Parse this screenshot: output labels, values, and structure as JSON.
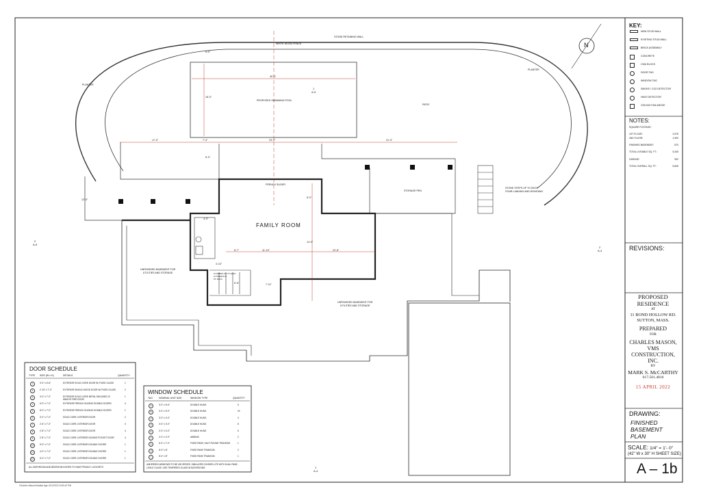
{
  "key": {
    "title": "KEY:",
    "items": [
      {
        "label": "NEW STUD WALL"
      },
      {
        "label": "EXISTING STUD WALL"
      },
      {
        "label": "BRICK ASSEMBLY"
      },
      {
        "label": "CONCRETE"
      },
      {
        "label": "CMU BLOCK"
      },
      {
        "label": "DOOR TAG"
      },
      {
        "label": "WINDOW TAG"
      },
      {
        "label": "SMOKE / CO2 DETECTOR"
      },
      {
        "label": "HEAT DETECTOR"
      },
      {
        "label": "CEILING FAN ABOVE"
      }
    ]
  },
  "notes": {
    "title": "NOTES:",
    "rows": [
      {
        "label": "SQUARE FOOTAGE:",
        "value": ""
      },
      {
        "label": "1ST FLOOR:",
        "value": "2,575"
      },
      {
        "label": "2ND FLOOR:",
        "value": "1,900"
      },
      {
        "label": "FINISHED BASEMENT:",
        "value": "870"
      },
      {
        "label": "TOTAL LIVEABLE SQ. FT.:",
        "value": "5,345"
      },
      {
        "label": "GARAGE:",
        "value": "900"
      },
      {
        "label": "TOTAL OVERALL SQ. FT.:",
        "value": "5,845"
      }
    ]
  },
  "revisions": {
    "title": "REVISIONS:"
  },
  "title_block": {
    "project": [
      "PROPOSED",
      "RESIDENCE"
    ],
    "at": "AT",
    "address": [
      "11 BOND HOLLOW RD.",
      "SUTTON, MASS."
    ],
    "prepared": "PREPARED",
    "for": "FOR",
    "client": [
      "CHARLES MASON,",
      "VMS",
      "CONSTRUCTION,",
      "INC."
    ],
    "by": "BY",
    "designer": "MARK S. McCARTHY",
    "phone": "617.501.4810",
    "date": "15 APRIL 2022",
    "date_color": "#c0392b"
  },
  "drawing": {
    "label": "DRAWING:",
    "name": [
      "FINISHED",
      "BASEMENT PLAN"
    ],
    "scale_label": "SCALE:",
    "scale": "1/4\" = 1'- 0\"",
    "sheet_size": "(42\" W x 30\" H SHEET SIZE)",
    "sheet_number": "A – 1b"
  },
  "plan": {
    "labels": {
      "stone_wall": "STONE RETAINING WALL",
      "fence": "WHITE WOOD FENCE",
      "planter_left": "PLANTER",
      "planter_right": "PLANTER",
      "pool": "PROPOSED SWIMMING POOL",
      "patio": "PATIO",
      "french_slider": "FRENCH SLIDER",
      "storage_pen": "STORAGE PEN",
      "stone_steps": [
        "STONE STEPS UP TO DECK",
        "STAIR LANDING AND DRIVEWAY"
      ],
      "family_room": "FAMILY ROOM",
      "unfinished_left": [
        "UNFINISHED BASEMENT FOR",
        "UTILITIES AND STORAGE"
      ],
      "unfinished_right": [
        "UNFINISHED BASEMENT FOR",
        "UTILITIES AND STORAGE"
      ],
      "stair_note": [
        "16 RISERS AT 7.5\" EACH",
        "14 TREADS AT",
        "10\" EACH"
      ]
    },
    "dimensions": {
      "pool_width": "40'-0\"",
      "pool_length": "18'-0\"",
      "fence_to_pool": "5'-0\"",
      "pool_to_house": "6'-0\"",
      "d_17_0": "17'-0\"",
      "d_7_4": "7'-4\"",
      "d_23_0": "23'-0\"",
      "d_21_0": "21'-0\"",
      "d_12_0": "12'-0\"",
      "d_8_0": "8'-0\"",
      "d_6_7": "6'-7\"",
      "d_11_10": "11'-10\"",
      "d_22_8": "22'-8\"",
      "d_14_0": "14'-0\"",
      "d_3_10": "3'-10\"",
      "d_5_6": "5'-6\"",
      "d_4_0": "4'-0\"",
      "d_7_11": "7'-11\""
    },
    "tags": {
      "section_top": {
        "num": "1",
        "sheet": "A-5"
      },
      "section_left": {
        "num": "2",
        "sheet": "A-5"
      },
      "section_right": {
        "num": "2",
        "sheet": "A-4"
      },
      "section_bottom": {
        "num": "1",
        "sheet": "A-4"
      }
    },
    "north": "N"
  },
  "door_schedule": {
    "title": "DOOR SCHEDULE",
    "headers": [
      "TYPE",
      "SIZE (W x H)",
      "DETAILS",
      "QUANTITY"
    ],
    "rows": [
      {
        "tag": "1",
        "size": "3'-0\" x 6'-8\"",
        "details": "EXTERIOR SOLID CORE DOOR W/ FIXED GLASS",
        "qty": "1"
      },
      {
        "tag": "2",
        "size": "2'-10\" x 7'-0\"",
        "details": "EXTERIOR SINGLE WOOD DOOR W/ FIXED GLASS",
        "qty": "2"
      },
      {
        "tag": "3",
        "size": "3'-0\" x 7'-0\"",
        "details": "EXTERIOR SOLID CORE METAL ENCASED 20 MINUTE FIRE DOOR",
        "qty": "1"
      },
      {
        "tag": "4",
        "size": "6'-0\" x 7'-0\"",
        "details": "EXTERIOR FRENCH SLIDING DOUBLE DOORS",
        "qty": "4"
      },
      {
        "tag": "5",
        "size": "8'-0\" x 7'-0\"",
        "details": "EXTERIOR FRENCH SLIDING DOUBLE DOORS",
        "qty": "1"
      },
      {
        "tag": "6",
        "size": "3'-0\" x 7'-0\"",
        "details": "SOLID CORE, INTERIOR DOOR",
        "qty": "2"
      },
      {
        "tag": "7",
        "size": "2'-6\" x 7'-0\"",
        "details": "SOLID CORE, INTERIOR DOOR",
        "qty": "3"
      },
      {
        "tag": "8",
        "size": "2'-8\" x 7'-0\"",
        "details": "SOLID CORE, INTERIOR DOOR",
        "qty": "4"
      },
      {
        "tag": "9",
        "size": "2'-8\" x 7'-0\"",
        "details": "SOLID CORE, INTERIOR SLIDING POCKET DOOR",
        "qty": "4"
      },
      {
        "tag": "10",
        "size": "5'-0\" x 7'-0\"",
        "details": "SOLID CORE, INTERIOR DOUBLE DOORS",
        "qty": "1"
      },
      {
        "tag": "11",
        "size": "4'-0\" x 7'-0\"",
        "details": "SOLID CORE, INTERIOR DOUBLE DOORS",
        "qty": "1"
      },
      {
        "tag": "12",
        "size": "6'-0\" x 7'-0\"",
        "details": "SOLID CORE, INTERIOR DOUBLE DOORS",
        "qty": "1"
      }
    ],
    "note": "ALL BATHROOM AND BEDROOM DOORS TO HAVE PRIVACY LOCKSETS"
  },
  "window_schedule": {
    "title": "WINDOW SCHEDULE",
    "headers": [
      "TAG",
      "NOMINAL UNIT SIZE",
      "WINDOW TYPE",
      "QUANTITY"
    ],
    "rows": [
      {
        "tag": "A",
        "size": "3'-0\" x 5'-6\"",
        "type": "DOUBLE HUNG",
        "qty": "5"
      },
      {
        "tag": "B",
        "size": "3'-0\" x 5'-0\"",
        "type": "DOUBLE HUNG",
        "qty": "24"
      },
      {
        "tag": "C",
        "size": "3'-0\" x 4'-0\"",
        "type": "DOUBLE HUNG",
        "qty": "3"
      },
      {
        "tag": "D",
        "size": "3'-0\" x 3'-0\"",
        "type": "DOUBLE HUNG",
        "qty": "8"
      },
      {
        "tag": "E",
        "size": "2'-0\" x 4'-0\"",
        "type": "DOUBLE HUNG",
        "qty": "6"
      },
      {
        "tag": "F",
        "size": "2'-0\" x 2'-0\"",
        "type": "AWNING",
        "qty": "2"
      },
      {
        "tag": "G",
        "size": "6'-0\" x 7'-0\"",
        "type": "FIXED PANE, HALF ROUND TRANSOM",
        "qty": "1"
      },
      {
        "tag": "H",
        "size": "6'-0\" x 8\"",
        "type": "FIXED PANE TRANSOM",
        "qty": "2"
      },
      {
        "tag": "I",
        "size": "5'-0\" x 8\"",
        "type": "FIXED PANE TRANSOM",
        "qty": "1"
      }
    ],
    "note": [
      "ANDERSEN WINDOWS TO BE 400 SERIES, SIMULATED DIVIDED LITE WITH DUAL PANE,",
      "LOW-E GLASS. USE TEMPERED GLASS IN BATHROOMS"
    ]
  },
  "footer": "\\Charles Mason\\Vadala Age 4/21/2022 8:49:42 PM"
}
